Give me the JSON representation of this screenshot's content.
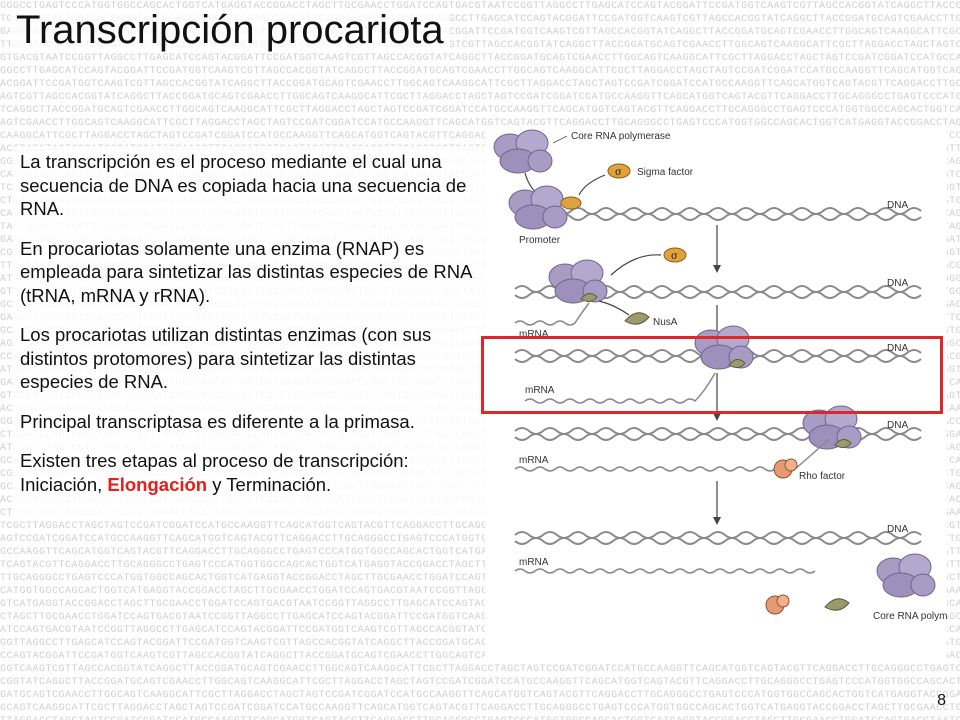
{
  "slide": {
    "title": "Transcripción procariota",
    "page_number": "8",
    "paragraphs": [
      "La transcripción es el proceso mediante el cual una secuencia de DNA es copiada hacia una secuencia de RNA.",
      "En procariotas solamente una enzima (RNAP) es empleada para sintetizar las distintas especies de RNA (tRNA, mRNA y rRNA).",
      "Los procariotas utilizan distintas enzimas (con sus distintos protomores) para sintetizar las distintas especies de RNA.",
      "Principal transcriptasa es diferente a la primasa."
    ],
    "last_paragraph": {
      "before": "Existen tres etapas al proceso de transcripción: Iniciación, ",
      "highlight": "Elongación",
      "after": " y Terminación."
    },
    "background_sequence": "GGGCCTGAGTCCCATGGTGGCCAGCACTGGTCATGAGGTACCGGACCTAGCTTGCGAACCTGGATCCAGTGACGTAATCCGGTTAGGCCTTGAGCATCCAGTACGGATTCCGATGGTCAAGTCGTTAGCCACGGTATCAGGCTTACCGGATGCAGTCGAACCTTGGCAGTCAAGGCATTCGCTTAGGACCTAGCTAGTCCGATCGGATCCATGCCAAGGTTCAGCATGGTCAGTACGTTCAGGACCTTGCA"
  },
  "diagram": {
    "labels": {
      "core": "Core RNA polymerase",
      "sigma_factor": "Sigma factor",
      "sigma_symbol": "σ",
      "dna": "DNA",
      "promoter": "Promoter",
      "mrna": "mRNA",
      "nusa": "NusA",
      "rho": "Rho factor",
      "core_end": "Core RNA polymerase"
    },
    "colors": {
      "polymerase": "#a89cc4",
      "sigma": "#e0a23c",
      "nusa": "#9b9a6c",
      "rho": "#e69a72",
      "dna": "#8a8a8a",
      "highlight_box": "#e0262b"
    }
  }
}
